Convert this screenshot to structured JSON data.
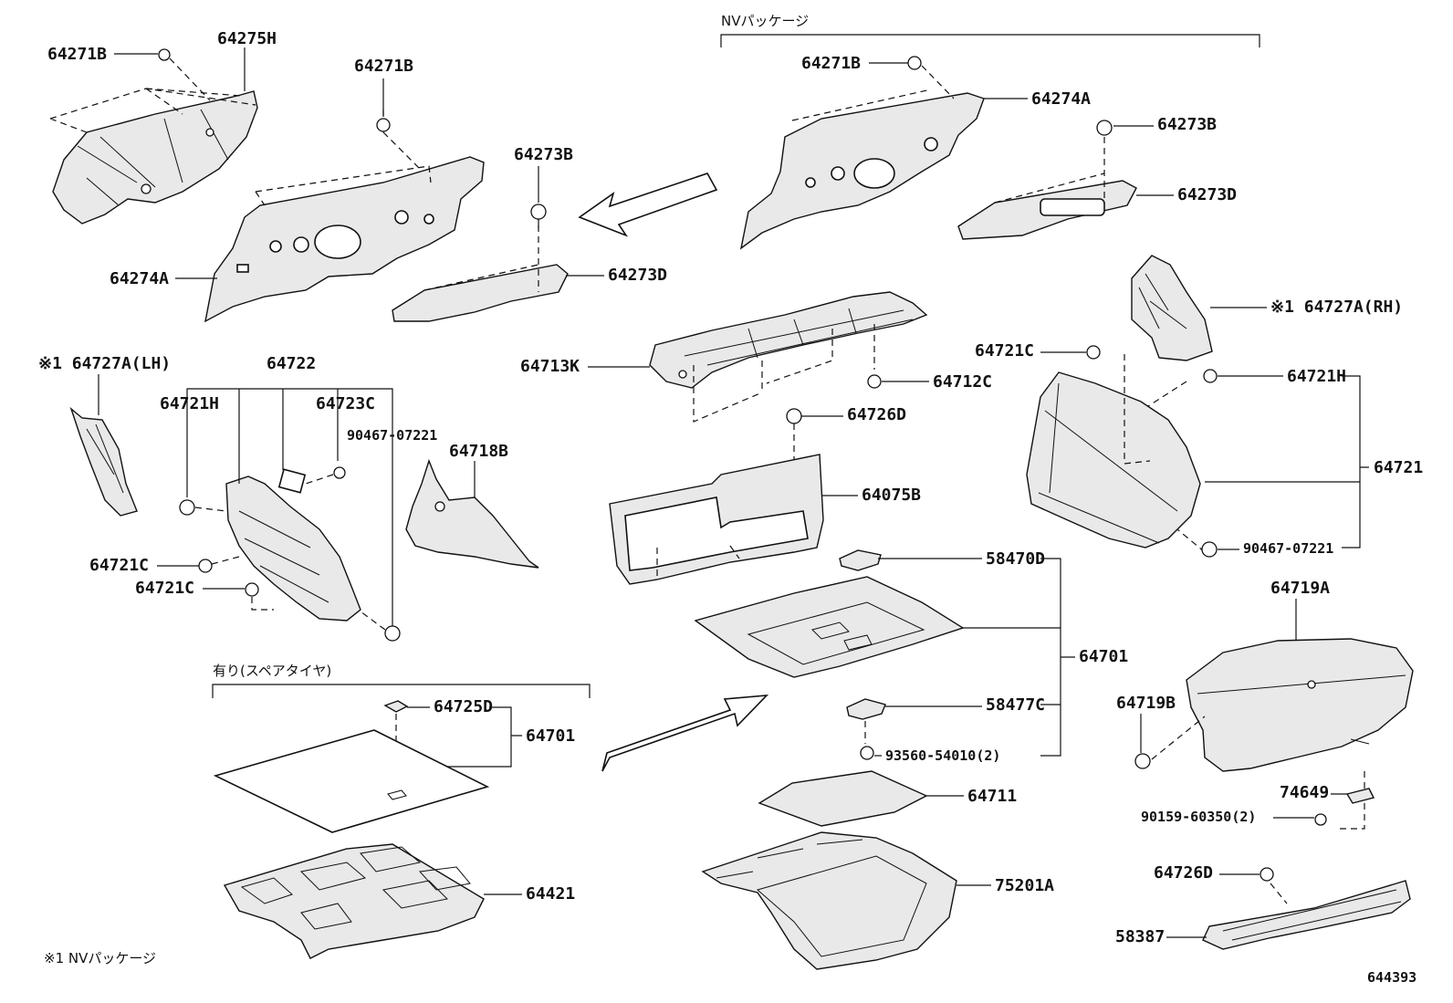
{
  "notes": {
    "nv_package_top": "NVパッケージ",
    "spare_tire": "有り(スペアタイヤ)",
    "footnote": "※1 NVパッケージ",
    "code": "644393"
  },
  "labels": {
    "p64271B_a": "64271B",
    "p64275H": "64275H",
    "p64271B_b": "64271B",
    "p64273B_a": "64273B",
    "p64274A_a": "64274A",
    "p64273D_a": "64273D",
    "p64271B_c": "64271B",
    "p64274A_b": "64274A",
    "p64273B_b": "64273B",
    "p64273D_b": "64273D",
    "p64727A_RH": "※1 64727A(RH)",
    "p64727A_LH": "※1 64727A(LH)",
    "p64722": "64722",
    "p64721H_a": "64721H",
    "p64723C": "64723C",
    "p90467_a": "90467-07221",
    "p64718B": "64718B",
    "p64721C_a": "64721C",
    "p64721C_b": "64721C",
    "p64713K": "64713K",
    "p64712C": "64712C",
    "p64726D_a": "64726D",
    "p64075B": "64075B",
    "p64721C_c": "64721C",
    "p64721H_b": "64721H",
    "p64721": "64721",
    "p90467_b": "90467-07221",
    "p58470D": "58470D",
    "p64701_a": "64701",
    "p58477C": "58477C",
    "p93560": "93560-54010(2)",
    "p64711": "64711",
    "p75201A": "75201A",
    "p64725D": "64725D",
    "p64701_b": "64701",
    "p64421": "64421",
    "p64719A": "64719A",
    "p64719B": "64719B",
    "p74649": "74649",
    "p90159": "90159-60350(2)",
    "p64726D_b": "64726D",
    "p58387": "58387"
  }
}
